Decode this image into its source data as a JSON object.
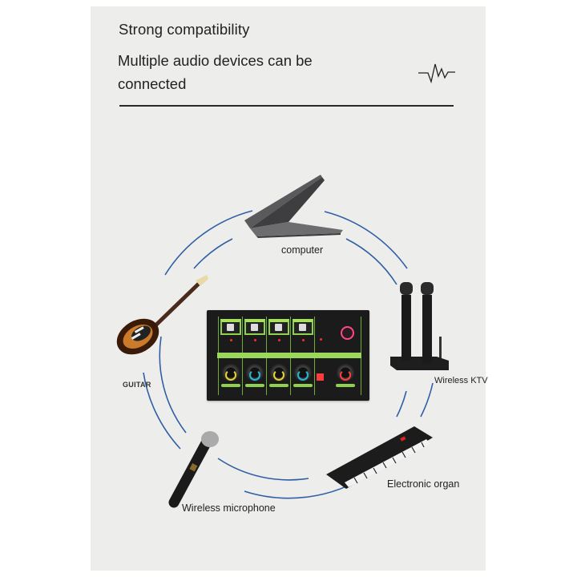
{
  "header": {
    "headline": "Strong compatibility",
    "subline": "Multiple audio devices can be connected",
    "icon": "waveform-icon"
  },
  "diagram": {
    "center": "audio-mixer",
    "ring_color": "#2f5fa6",
    "devices": [
      {
        "id": "computer",
        "label": "computer",
        "icon": "laptop-icon"
      },
      {
        "id": "wireless-ktv",
        "label": "Wireless KTV",
        "icon": "dual-microphone-receiver-icon"
      },
      {
        "id": "electronic-organ",
        "label": "Electronic organ",
        "icon": "keyboard-instrument-icon"
      },
      {
        "id": "wireless-microphone",
        "label": "Wireless microphone",
        "icon": "microphone-icon"
      },
      {
        "id": "guitar",
        "label": "GUITAR",
        "icon": "electric-guitar-icon"
      }
    ]
  },
  "mixer": {
    "strip_color": "#9bd75b",
    "knob_colors": [
      "#e6d22b",
      "#24b6d6",
      "#e6d22b",
      "#24b6d6",
      "#ff3b3b"
    ]
  }
}
